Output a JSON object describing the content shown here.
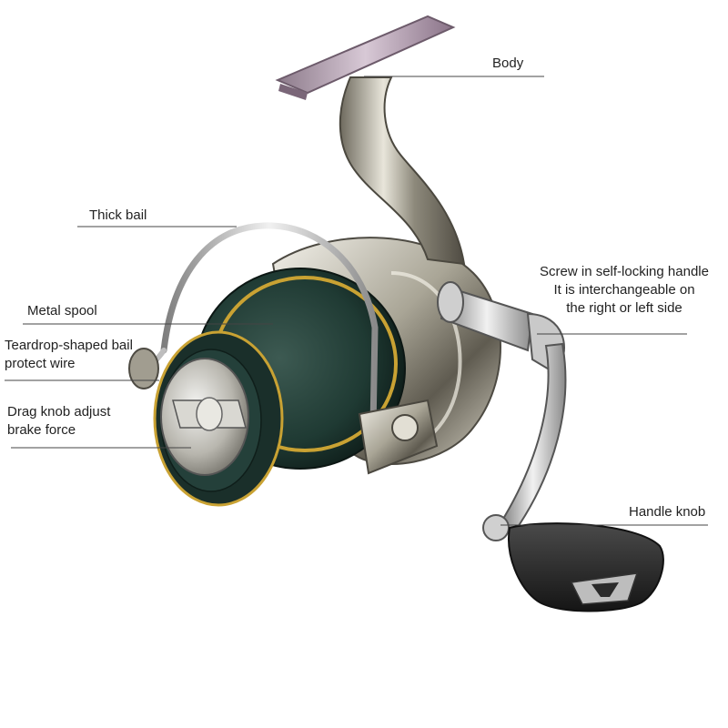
{
  "colors": {
    "background": "#ffffff",
    "leader_line": "#444444",
    "label_text": "#222222",
    "metal_light": "#e4e1d6",
    "metal_dark": "#55524a",
    "spool_dark": "#1f3a33",
    "spool_gold": "#c9a233",
    "handle_black": "#2a2a2a",
    "bail_silver": "#c8c8c8",
    "body_mauve": "#a58aa2"
  },
  "icons": [
    "fishing-reel-illustration"
  ],
  "labels": {
    "body": {
      "text": "Body"
    },
    "thick_bail": {
      "text": "Thick bail"
    },
    "metal_spool": {
      "text": "Metal spool"
    },
    "teardrop": {
      "line1": "Teardrop-shaped bail",
      "line2": "protect wire"
    },
    "drag_knob": {
      "line1": "Drag knob adjust",
      "line2": "brake force"
    },
    "screw_handle": {
      "line1": "Screw in self-locking handle",
      "line2": "It is  interchangeable on",
      "line3": "the right or left side"
    },
    "handle_knob": {
      "text": "Handle knob"
    }
  }
}
